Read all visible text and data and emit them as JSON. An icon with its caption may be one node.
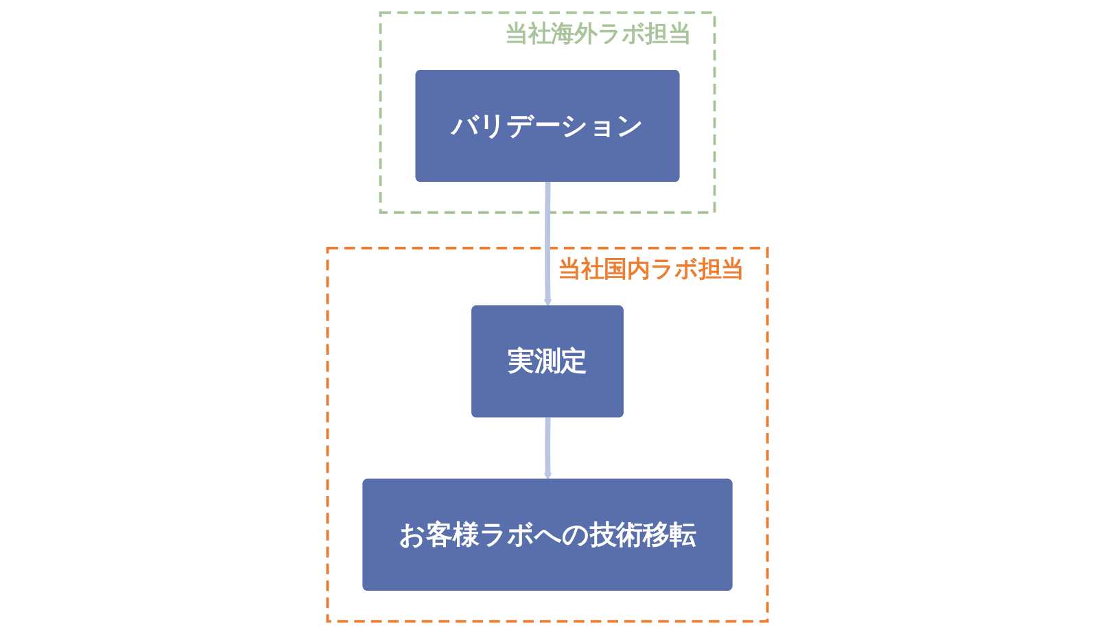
{
  "diagram": {
    "nodes": [
      {
        "text": [
          "当社海外ラボ担当"
        ]
      },
      {
        "text": [
          "バリデーション"
        ],
        "in": 0
      },
      {
        "text": [
          "当社国内ラボ担当"
        ]
      },
      {
        "text": [
          "実測定"
        ],
        "in": 2
      },
      {
        "text": [
          "お客様ラボへの技術移転"
        ],
        "in": 2
      }
    ],
    "edges": [
      {
        "from": 1,
        "to": 3,
        "arrow": "to"
      },
      {
        "from": 3,
        "to": 4,
        "arrow": "to"
      }
    ]
  }
}
